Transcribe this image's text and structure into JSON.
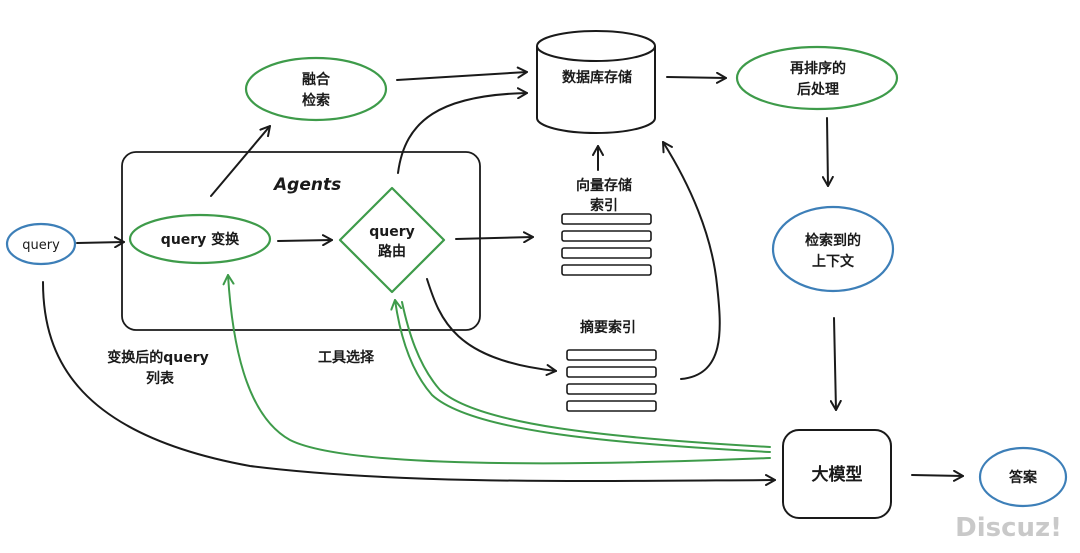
{
  "nodes": {
    "query": "query",
    "query_transform": "query 变换",
    "fusion_search": [
      "融合",
      "检索"
    ],
    "agents": "Agents",
    "query_router": [
      "query",
      "路由"
    ],
    "database_storage": "数据库存储",
    "vector_index": [
      "向量存储",
      "索引"
    ],
    "summary_index": "摘要索引",
    "rerank_postprocess": [
      "再排序的",
      "后处理"
    ],
    "retrieved_context": [
      "检索到的",
      "上下文"
    ],
    "llm": "大模型",
    "answer": "答案"
  },
  "annotations": {
    "transformed_query_list": [
      "变换后的query",
      "列表"
    ],
    "tool_selection": "工具选择"
  },
  "watermark": "Discuz!",
  "colors": {
    "green": "#3e9b4a",
    "blue": "#3d7fb8",
    "black": "#1a1a1a",
    "watermark": "#c9c9c9"
  }
}
